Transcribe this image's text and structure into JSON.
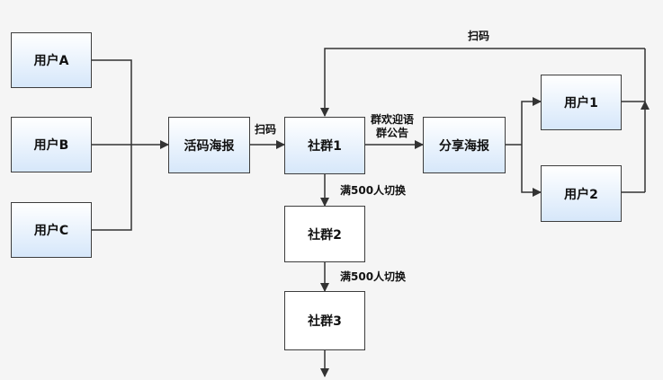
{
  "nodes": {
    "user_a": "用户A",
    "user_b": "用户B",
    "user_c": "用户C",
    "live_code_poster": "活码海报",
    "group_1": "社群1",
    "group_2": "社群2",
    "group_3": "社群3",
    "share_poster": "分享海报",
    "user_1": "用户1",
    "user_2": "用户2"
  },
  "edges": {
    "scan_to_group": "扫码",
    "scan_loop": "扫码",
    "welcome_line1": "群欢迎语",
    "welcome_line2": "群公告",
    "switch_1": "满500人切换",
    "switch_2": "满500人切换"
  }
}
